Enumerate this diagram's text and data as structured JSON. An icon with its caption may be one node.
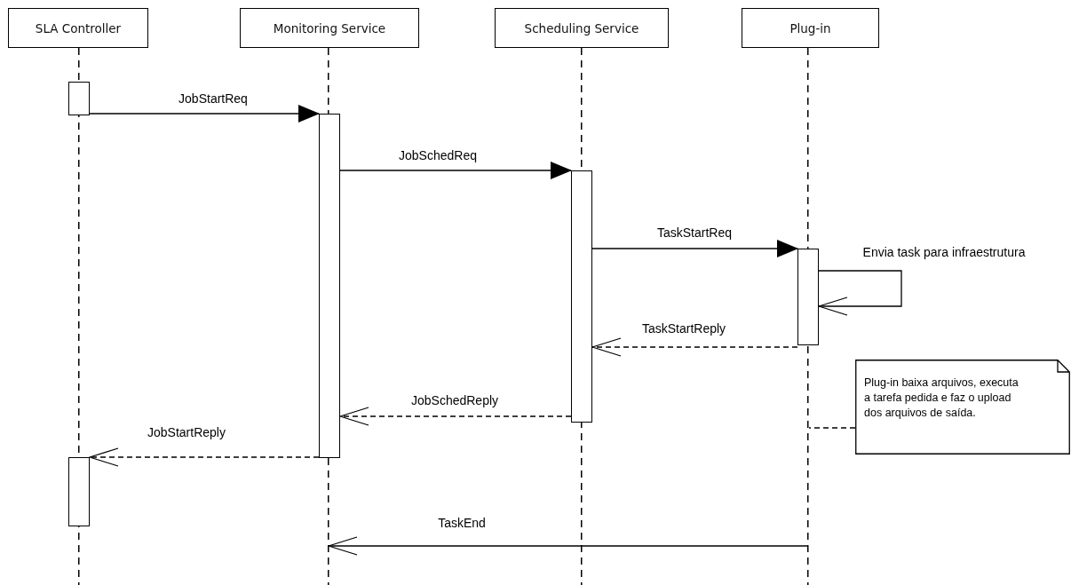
{
  "diagram": {
    "nodes": [
      {
        "text": [
          "SLA Controller"
        ]
      },
      {
        "text": [
          "Monitoring Service"
        ]
      },
      {
        "text": [
          "Scheduling Service"
        ]
      },
      {
        "text": [
          "Plug-in"
        ]
      },
      {
        "text": [],
        "shape": "bar"
      },
      {
        "text": [],
        "shape": "bar"
      },
      {
        "text": [],
        "shape": "bar"
      },
      {
        "text": [],
        "shape": "bar"
      },
      {
        "text": [],
        "shape": "bar"
      },
      {
        "text": [
          "Plug-in baixa arquivos, executa a tarefa pedida e faz o upload dos arquivos de saída."
        ]
      },
      {
        "text": [],
        "shape": "line"
      },
      {
        "text": [],
        "shape": "line"
      },
      {
        "text": [],
        "shape": "line"
      },
      {
        "text": [],
        "shape": "line"
      }
    ],
    "edges": [
      {
        "from": 4,
        "to": 5,
        "arrow": "to",
        "label": "JobStartReq"
      },
      {
        "from": 5,
        "to": 6,
        "arrow": "to",
        "label": "JobSchedReq"
      },
      {
        "from": 6,
        "to": 7,
        "arrow": "to",
        "label": "TaskStartReq"
      },
      {
        "from": 7,
        "to": 7,
        "arrow": "to",
        "label": "Envia task para infraestrutura"
      },
      {
        "from": 7,
        "to": 6,
        "arrow": "to",
        "label": "TaskStartReply",
        "style": "dashed"
      },
      {
        "from": 6,
        "to": 5,
        "arrow": "to",
        "label": "JobSchedReply",
        "style": "dashed"
      },
      {
        "from": 5,
        "to": 8,
        "arrow": "to",
        "label": "JobStartReply",
        "style": "dashed"
      },
      {
        "from": 13,
        "to": 11,
        "arrow": "to",
        "label": "TaskEnd"
      },
      {
        "from": 9,
        "to": 13,
        "arrow": "none",
        "style": "dashed"
      }
    ]
  }
}
